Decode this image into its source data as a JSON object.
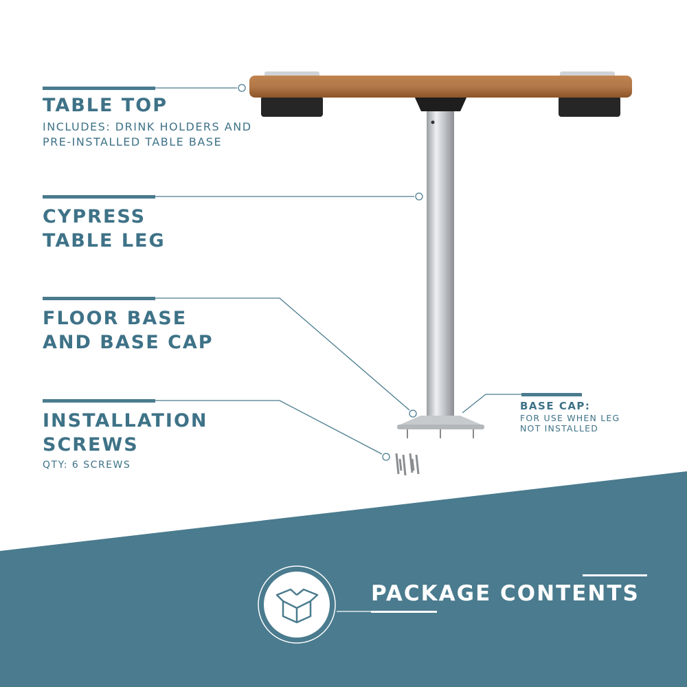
{
  "colors": {
    "accent": "#4a7b8e",
    "wood": "#a5693a",
    "band": "#4a7b8e"
  },
  "labels": {
    "table_top": {
      "title": "TABLE TOP",
      "subtitle_1": "INCLUDES: DRINK HOLDERS AND",
      "subtitle_2": "PRE-INSTALLED TABLE BASE"
    },
    "table_leg": {
      "title_1": "CYPRESS",
      "title_2": "TABLE LEG"
    },
    "floor_base": {
      "title_1": "FLOOR BASE",
      "title_2": "AND BASE CAP"
    },
    "screws": {
      "title_1": "INSTALLATION",
      "title_2": "SCREWS",
      "subtitle": "QTY: 6 SCREWS"
    },
    "base_cap": {
      "title": "BASE CAP:",
      "subtitle_1": "FOR USE WHEN LEG",
      "subtitle_2": "NOT INSTALLED"
    }
  },
  "footer": {
    "title": "PACKAGE CONTENTS",
    "icon": "open-box-icon"
  }
}
